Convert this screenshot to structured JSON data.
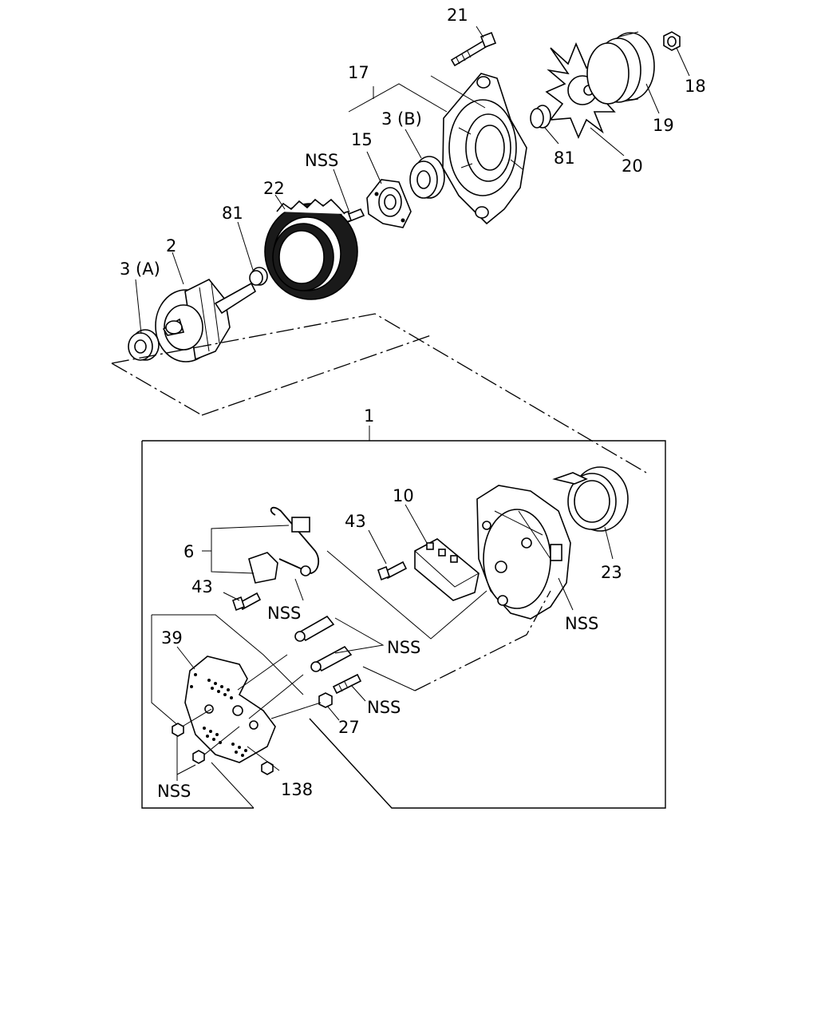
{
  "diagram": {
    "callouts": {
      "c21": "21",
      "c17": "17",
      "c18": "18",
      "c19": "19",
      "c20": "20",
      "c81_top": "81",
      "c3b": "3 (B)",
      "c15": "15",
      "c_nss_top": "NSS",
      "c22": "22",
      "c81": "81",
      "c2": "2",
      "c3a": "3 (A)",
      "c1": "1",
      "c10": "10",
      "c43_a": "43",
      "c6": "6",
      "c43_b": "43",
      "c_nss_6": "NSS",
      "c23": "23",
      "c_nss_housing": "NSS",
      "c39": "39",
      "c_nss_diodes": "NSS",
      "c_nss_stud": "NSS",
      "c27": "27",
      "c_nss_nuts": "NSS",
      "c138": "138"
    }
  }
}
